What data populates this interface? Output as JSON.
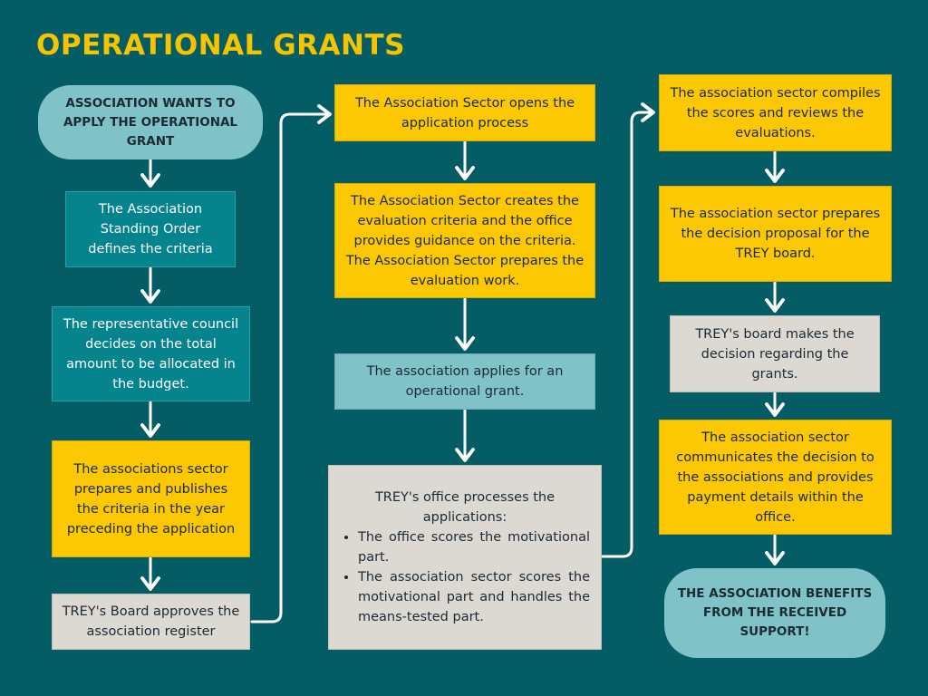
{
  "title": "OPERATIONAL GRANTS",
  "column1": {
    "start": "ASSOCIATION WANTS TO APPLY THE OPERATIONAL GRANT",
    "standing_order": "The Association Standing Order defines the criteria",
    "council": "The representative council decides on the total amount to be allocated in the budget.",
    "publish": "The associations sector prepares and publishes the criteria in the year preceding the application",
    "board_register": "TREY's Board approves the association register"
  },
  "column2": {
    "opens": "The Association Sector opens the application process",
    "criteria": "The Association Sector creates the evaluation criteria and the office provides guidance on the criteria. The Association Sector prepares the evaluation work.",
    "applies": "The association applies for an operational grant.",
    "process": {
      "intro": "TREY's office processes the applications:",
      "bullets": [
        "The office scores the motivational part.",
        "The association sector scores the motivational part and handles the means-tested part."
      ]
    }
  },
  "column3": {
    "compiles": "The association sector compiles the scores and reviews the evaluations.",
    "proposal": "The association sector prepares the decision proposal for the TREY board.",
    "board_decision": "TREY's board makes the decision regarding the grants.",
    "communicates": "The association sector communicates the decision to the associations and provides payment details within the office.",
    "end": "THE ASSOCIATION BENEFITS FROM THE RECEIVED SUPPORT!"
  },
  "colors": {
    "background": "#045c64",
    "title": "#f5c400",
    "yellow": "#fcc804",
    "grey": "#dcd8d2",
    "light_teal": "#7fc3c9",
    "teal": "#06848e",
    "arrow": "#ffffff"
  }
}
